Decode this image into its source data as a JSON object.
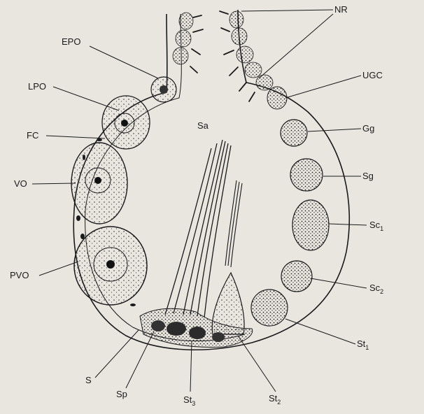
{
  "figure": {
    "background_color": "#e9e6df",
    "ink_color": "#1a1a1a",
    "labels": {
      "nr": "NR",
      "epo": "EPO",
      "ugc": "UGC",
      "lpo": "LPO",
      "sa": "Sa",
      "gg": "Gg",
      "fc": "FC",
      "sg": "Sg",
      "vo": "VO",
      "sc1": {
        "base": "Sc",
        "sub": "1"
      },
      "pvo": "PVO",
      "sc2": {
        "base": "Sc",
        "sub": "2"
      },
      "st1": {
        "base": "St",
        "sub": "1"
      },
      "s": "S",
      "sp": "Sp",
      "st3": {
        "base": "St",
        "sub": "3"
      },
      "st2": {
        "base": "St",
        "sub": "2"
      }
    }
  }
}
